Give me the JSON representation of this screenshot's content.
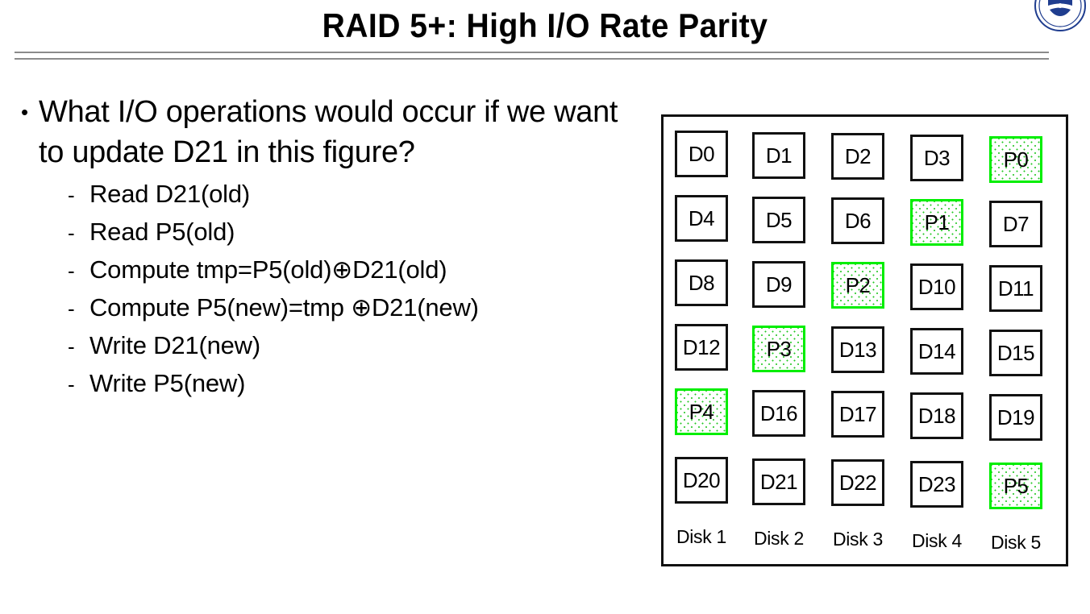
{
  "slide": {
    "title": "RAID 5+: High I/O Rate Parity"
  },
  "logo": {
    "name": "university-seal-logo",
    "color": "#1f3d8f"
  },
  "content": {
    "main_bullet": {
      "marker": "•",
      "text": "What I/O operations would occur if we want to update D21 in this figure?"
    },
    "sub_bullets": [
      {
        "marker": "-",
        "text": "Read D21(old)"
      },
      {
        "marker": "-",
        "text": "Read P5(old)"
      },
      {
        "marker": "-",
        "text": "Compute tmp=P5(old)⊕D21(old)"
      },
      {
        "marker": "-",
        "text": "Compute P5(new)=tmp ⊕D21(new)"
      },
      {
        "marker": "-",
        "text": "Write D21(new)"
      },
      {
        "marker": "-",
        "text": "Write P5(new)"
      }
    ]
  },
  "raid": {
    "parity_color": "#00ee00",
    "data_color": "#111111",
    "rows": [
      [
        {
          "label": "D0",
          "type": "data"
        },
        {
          "label": "D1",
          "type": "data"
        },
        {
          "label": "D2",
          "type": "data"
        },
        {
          "label": "D3",
          "type": "data"
        },
        {
          "label": "P0",
          "type": "parity"
        }
      ],
      [
        {
          "label": "D4",
          "type": "data"
        },
        {
          "label": "D5",
          "type": "data"
        },
        {
          "label": "D6",
          "type": "data"
        },
        {
          "label": "P1",
          "type": "parity"
        },
        {
          "label": "D7",
          "type": "data"
        }
      ],
      [
        {
          "label": "D8",
          "type": "data"
        },
        {
          "label": "D9",
          "type": "data"
        },
        {
          "label": "P2",
          "type": "parity"
        },
        {
          "label": "D10",
          "type": "data"
        },
        {
          "label": "D11",
          "type": "data"
        }
      ],
      [
        {
          "label": "D12",
          "type": "data"
        },
        {
          "label": "P3",
          "type": "parity"
        },
        {
          "label": "D13",
          "type": "data"
        },
        {
          "label": "D14",
          "type": "data"
        },
        {
          "label": "D15",
          "type": "data"
        }
      ],
      [
        {
          "label": "P4",
          "type": "parity"
        },
        {
          "label": "D16",
          "type": "data"
        },
        {
          "label": "D17",
          "type": "data"
        },
        {
          "label": "D18",
          "type": "data"
        },
        {
          "label": "D19",
          "type": "data"
        }
      ],
      [
        {
          "label": "D20",
          "type": "data"
        },
        {
          "label": "D21",
          "type": "data"
        },
        {
          "label": "D22",
          "type": "data"
        },
        {
          "label": "D23",
          "type": "data"
        },
        {
          "label": "P5",
          "type": "parity"
        }
      ]
    ],
    "disk_labels": [
      "Disk 1",
      "Disk 2",
      "Disk 3",
      "Disk 4",
      "Disk 5"
    ]
  }
}
